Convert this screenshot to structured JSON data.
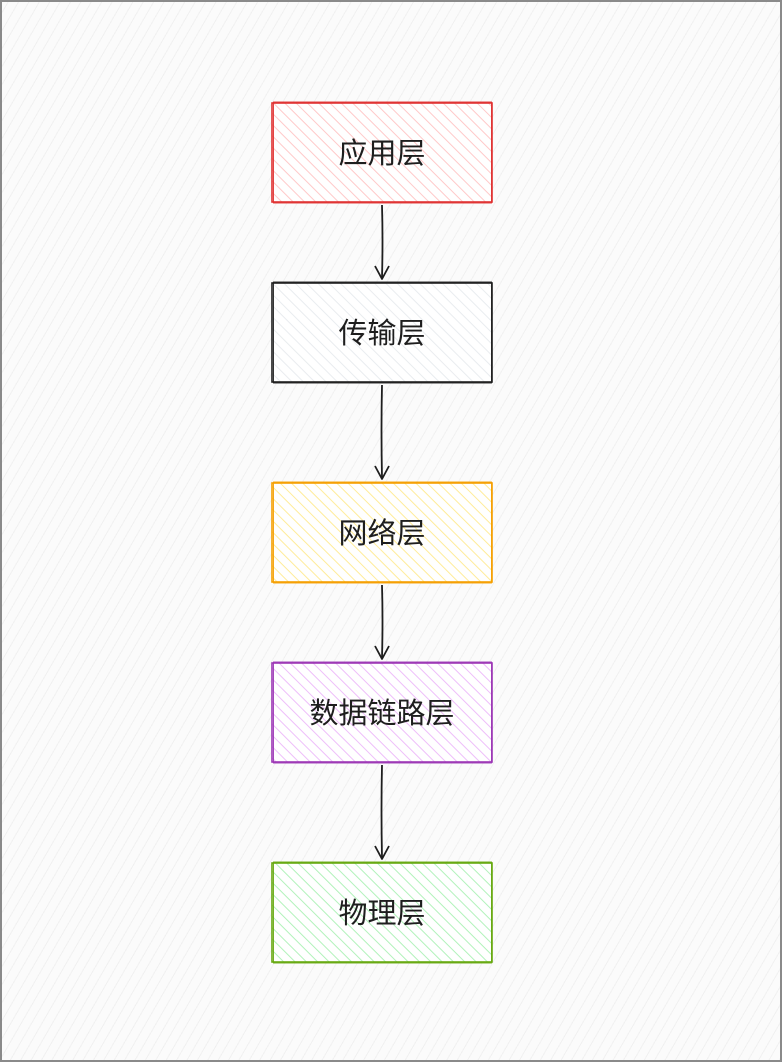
{
  "diagram": {
    "layers": [
      {
        "label": "应用层",
        "stroke": "#e03131",
        "fill": "#ffc9c9"
      },
      {
        "label": "传输层",
        "stroke": "#1e1e1e",
        "fill": "#e9ecef"
      },
      {
        "label": "网络层",
        "stroke": "#f59f00",
        "fill": "#ffec99"
      },
      {
        "label": "数据链路层",
        "stroke": "#9c36b5",
        "fill": "#eebefa"
      },
      {
        "label": "物理层",
        "stroke": "#66a80f",
        "fill": "#b2f2bb"
      }
    ],
    "arrow_color": "#1e1e1e"
  }
}
